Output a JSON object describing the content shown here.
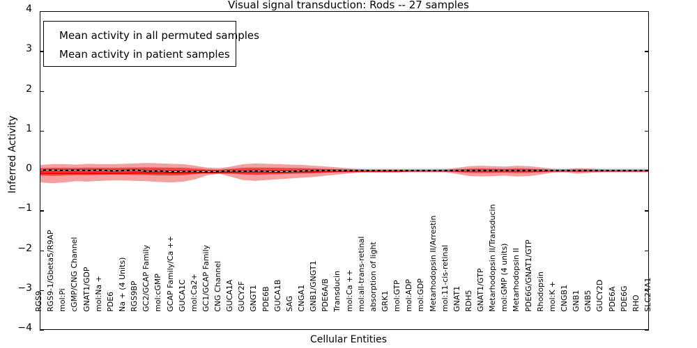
{
  "chart_data": {
    "type": "line",
    "title": "Visual signal transduction: Rods -- 27 samples",
    "xlabel": "Cellular Entities",
    "ylabel": "Inferred Activity",
    "ylim": [
      -4,
      4
    ],
    "yticks": [
      4,
      3,
      2,
      1,
      0,
      -1,
      -2,
      -3,
      -4
    ],
    "grid": false,
    "legend_position": "upper left",
    "legend": [
      {
        "name": "Mean activity in all permuted samples",
        "color": "#000000"
      },
      {
        "name": "Mean activity in patient samples",
        "color": "#ff0000"
      }
    ],
    "categories": [
      "RGS9",
      "RGS9-1/Gbeta5/R9AP",
      "mol:Pi",
      "cGMP/CNG Channel",
      "GNAT1/GDP",
      "mol:Na +",
      "PDE6",
      "Na + (4 Units)",
      "RGS9BP",
      "GC2/GCAP Family",
      "mol:cGMP",
      "GCAP Family/Ca ++",
      "GUCA1C",
      "mol:Ca2+",
      "GC1/GCAP Family",
      "CNG Channel",
      "GUCA1A",
      "GUCY2F",
      "GNGT1",
      "PDE6B",
      "GUCA1B",
      "SAG",
      "CNGA1",
      "GNB1/GNGT1",
      "PDE6A/B",
      "Transducin",
      "mol:Ca ++",
      "mol:all-trans-retinal",
      "absorption of light",
      "GRK1",
      "mol:GTP",
      "mol:ADP",
      "mol:GDP",
      "Metarhodopsin II/Arrestin",
      "mol:11-cis-retinal",
      "GNAT1",
      "RDH5",
      "GNAT1/GTP",
      "Metarhodopsin II/Transducin",
      "mol:GMP (4 units)",
      "Metarhodopsin II",
      "PDE6G/GNAT1/GTP",
      "Rhodopsin",
      "mol:K +",
      "CNGB1",
      "GNB1",
      "GNB5",
      "GUCY2D",
      "PDE6A",
      "PDE6G",
      "RHO",
      "SLC24A1"
    ],
    "series": [
      {
        "name": "Mean activity in all permuted samples",
        "color": "#000000",
        "values": [
          0.01,
          0.01,
          0.0,
          0.01,
          0.0,
          0.01,
          -0.01,
          0.0,
          0.01,
          -0.02,
          -0.01,
          -0.03,
          -0.02,
          -0.02,
          -0.03,
          -0.02,
          -0.01,
          -0.02,
          -0.01,
          -0.02,
          -0.03,
          -0.02,
          -0.01,
          0.0,
          0.0,
          0.0,
          0.0,
          0.0,
          0.0,
          0.0,
          0.0,
          0.0,
          0.0,
          0.0,
          0.0,
          0.0,
          0.0,
          0.0,
          0.0,
          0.0,
          0.0,
          0.0,
          0.0,
          0.0,
          0.0,
          0.0,
          0.0,
          0.0,
          0.0,
          0.0,
          0.0,
          0.0
        ],
        "band_lower": [
          -0.08,
          -0.08,
          -0.08,
          -0.08,
          -0.08,
          -0.08,
          -0.08,
          -0.08,
          -0.08,
          -0.09,
          -0.09,
          -0.09,
          -0.08,
          -0.08,
          -0.09,
          -0.08,
          -0.08,
          -0.08,
          -0.08,
          -0.08,
          -0.09,
          -0.08,
          -0.07,
          -0.06,
          -0.06,
          -0.06,
          -0.06,
          -0.06,
          -0.06,
          -0.06,
          -0.06,
          -0.06,
          -0.06,
          -0.06,
          -0.06,
          -0.06,
          -0.06,
          -0.06,
          -0.06,
          -0.06,
          -0.06,
          -0.06,
          -0.06,
          -0.06,
          -0.06,
          -0.06,
          -0.06,
          -0.06,
          -0.06,
          -0.06,
          -0.06,
          -0.06
        ],
        "band_upper": [
          0.08,
          0.08,
          0.08,
          0.08,
          0.08,
          0.08,
          0.08,
          0.08,
          0.08,
          0.08,
          0.08,
          0.08,
          0.08,
          0.08,
          0.08,
          0.08,
          0.08,
          0.08,
          0.08,
          0.08,
          0.08,
          0.08,
          0.07,
          0.06,
          0.06,
          0.06,
          0.06,
          0.06,
          0.06,
          0.06,
          0.06,
          0.06,
          0.06,
          0.06,
          0.06,
          0.06,
          0.06,
          0.06,
          0.06,
          0.06,
          0.06,
          0.06,
          0.06,
          0.06,
          0.06,
          0.06,
          0.06,
          0.06,
          0.06,
          0.06,
          0.06,
          0.06
        ]
      },
      {
        "name": "Mean activity in patient samples",
        "color": "#ff0000",
        "values": [
          -0.07,
          -0.07,
          -0.07,
          -0.07,
          -0.07,
          -0.07,
          -0.07,
          -0.07,
          -0.06,
          -0.06,
          -0.06,
          -0.06,
          -0.06,
          -0.05,
          -0.05,
          -0.05,
          -0.05,
          -0.04,
          -0.04,
          -0.04,
          -0.04,
          -0.03,
          -0.03,
          -0.03,
          -0.02,
          -0.02,
          -0.02,
          -0.02,
          -0.02,
          -0.02,
          -0.02,
          -0.01,
          -0.01,
          -0.01,
          -0.01,
          -0.01,
          -0.01,
          -0.01,
          -0.01,
          -0.01,
          -0.01,
          -0.01,
          -0.01,
          -0.01,
          -0.01,
          -0.01,
          -0.01,
          -0.01,
          -0.01,
          -0.01,
          -0.01,
          -0.01
        ],
        "band_lower": [
          -0.3,
          -0.32,
          -0.3,
          -0.27,
          -0.28,
          -0.26,
          -0.25,
          -0.25,
          -0.26,
          -0.27,
          -0.29,
          -0.3,
          -0.28,
          -0.22,
          -0.12,
          -0.08,
          -0.16,
          -0.24,
          -0.26,
          -0.24,
          -0.22,
          -0.2,
          -0.18,
          -0.16,
          -0.13,
          -0.1,
          -0.07,
          -0.04,
          -0.03,
          -0.03,
          -0.03,
          -0.03,
          -0.03,
          -0.03,
          -0.04,
          -0.09,
          -0.14,
          -0.15,
          -0.14,
          -0.13,
          -0.15,
          -0.14,
          -0.1,
          -0.05,
          -0.04,
          -0.08,
          -0.06,
          -0.04,
          -0.03,
          -0.03,
          -0.03,
          -0.03
        ],
        "band_upper": [
          0.14,
          0.16,
          0.16,
          0.15,
          0.17,
          0.16,
          0.16,
          0.17,
          0.18,
          0.19,
          0.18,
          0.17,
          0.16,
          0.12,
          0.07,
          0.05,
          0.1,
          0.16,
          0.18,
          0.17,
          0.16,
          0.15,
          0.14,
          0.12,
          0.1,
          0.08,
          0.05,
          0.03,
          0.02,
          0.02,
          0.02,
          0.02,
          0.02,
          0.02,
          0.03,
          0.07,
          0.11,
          0.12,
          0.11,
          0.1,
          0.12,
          0.11,
          0.08,
          0.04,
          0.03,
          0.06,
          0.05,
          0.03,
          0.02,
          0.02,
          0.02,
          0.02
        ]
      }
    ]
  },
  "colors": {
    "permuted_line": "#000000",
    "patient_line": "#ff0000",
    "permuted_band": "#c8c8c8",
    "patient_band": "#f08080",
    "axis": "#000000",
    "background": "#ffffff"
  }
}
